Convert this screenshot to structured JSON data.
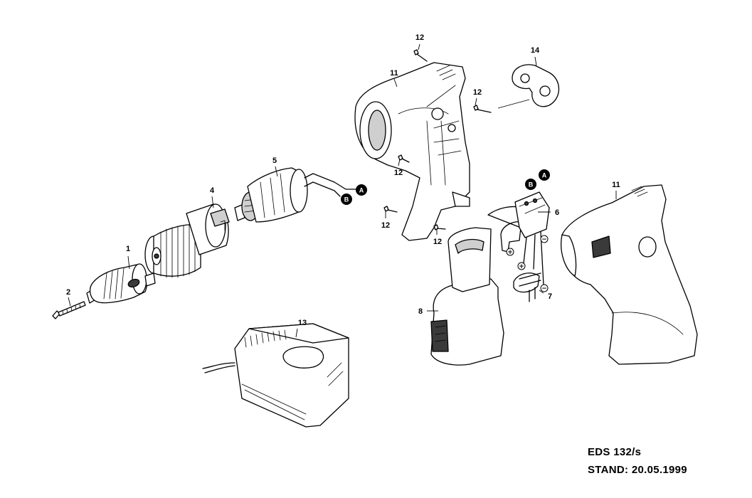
{
  "callouts": [
    {
      "id": "c1",
      "label": "1"
    },
    {
      "id": "c2",
      "label": "2"
    },
    {
      "id": "c4",
      "label": "4"
    },
    {
      "id": "c5",
      "label": "5"
    },
    {
      "id": "c6",
      "label": "6"
    },
    {
      "id": "c7",
      "label": "7"
    },
    {
      "id": "c8",
      "label": "8"
    },
    {
      "id": "c11a",
      "label": "11"
    },
    {
      "id": "c11b",
      "label": "11"
    },
    {
      "id": "c12a",
      "label": "12"
    },
    {
      "id": "c12b",
      "label": "12"
    },
    {
      "id": "c12c",
      "label": "12"
    },
    {
      "id": "c12d",
      "label": "12"
    },
    {
      "id": "c12e",
      "label": "12"
    },
    {
      "id": "c13",
      "label": "13"
    },
    {
      "id": "c14",
      "label": "14"
    }
  ],
  "connection_markers": {
    "motor_a": "A",
    "motor_b": "B",
    "switch_a": "A",
    "switch_b": "B"
  },
  "polarity": {
    "plus": "+",
    "minus": "−"
  },
  "footer": {
    "model": "EDS 132/s",
    "stand": "STAND: 20.05.1999"
  }
}
